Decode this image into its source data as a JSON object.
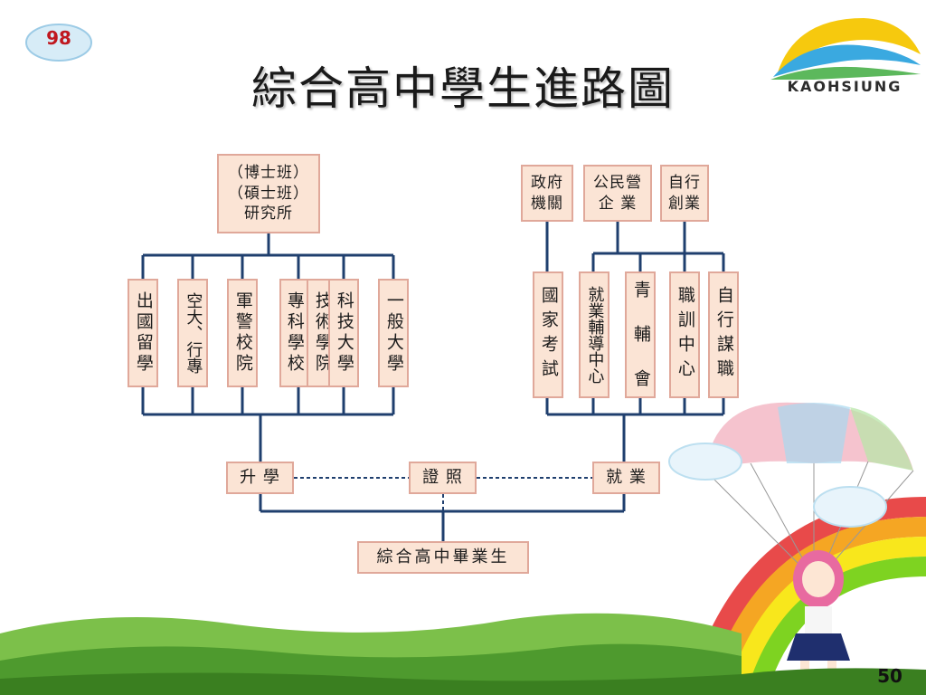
{
  "slide": {
    "badge": "98",
    "title": "綜合高中學生進路圖",
    "logo_text": "KAOHSIUNG",
    "page_number": "50"
  },
  "diagram": {
    "graduate": "綜合高中畢業生",
    "paths": {
      "further_study": "升  學",
      "certificate": "證  照",
      "employment": "就  業"
    },
    "study_options": [
      "出國留學",
      "空大、行專",
      "軍警校院",
      "專科學校",
      "技術學院",
      "科技大學",
      "一般大學"
    ],
    "graduate_school": "（博士班）\n（碩士班）\n研究所",
    "employment_channels": [
      "國家考試",
      "就業輔導中心",
      "青 輔 會",
      "職訓中心",
      "自行謀職"
    ],
    "employment_outcomes": [
      "政府\n機關",
      "公民營\n企  業",
      "自行\n創業"
    ]
  },
  "colors": {
    "box_fill": "#fbe4d5",
    "box_border": "#e0a89a",
    "connector": "#1f3f6e",
    "badge_red": "#c0181f"
  }
}
